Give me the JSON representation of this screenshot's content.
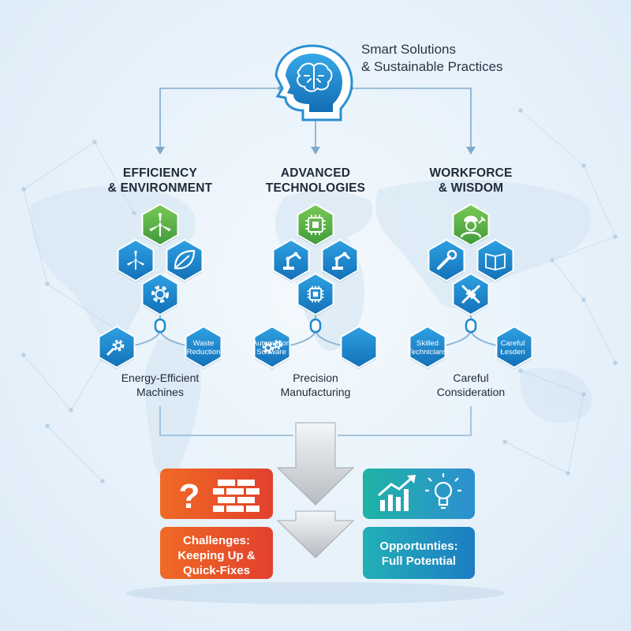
{
  "header": {
    "title_line1": "Smart Solutions",
    "title_line2": "& Sustainable Practices",
    "icon": "brain-head-icon"
  },
  "columns": [
    {
      "title_line1": "EFFICIENCY",
      "title_line2": "& ENVIRONMENT",
      "caption_line1": "Energy-Efficient",
      "caption_line2": "Machines",
      "icons": [
        "wind-turbine-icon",
        "wind-turbine-icon",
        "leaf-icon",
        "gear-icon",
        "robot-arm-gear-icon"
      ],
      "label_right_line1": "Waste",
      "label_right_line2": "Reduction"
    },
    {
      "title_line1": "ADVANCED",
      "title_line2": "TECHNOLOGIES",
      "caption_line1": "Precision",
      "caption_line2": "Manufacturing",
      "icons": [
        "microchip-icon",
        "robot-arm-icon",
        "robot-arm-icon",
        "microchip-icon",
        "gear-chain-icon"
      ],
      "label_left_line1": "Automation",
      "label_left_line2": "Software"
    },
    {
      "title_line1": "WORKFORCE",
      "title_line2": "& WISDOM",
      "caption_line1": "Careful",
      "caption_line2": "Consideration",
      "icons": [
        "worker-icon",
        "wrench-arm-icon",
        "manual-book-icon",
        "tools-icon"
      ],
      "label_left_line1": "Skilled",
      "label_left_line2": "Technicians",
      "label_right_line1": "Careful",
      "label_right_line2": "Łesden"
    }
  ],
  "outcomes": {
    "challenges": {
      "line1": "Challenges:",
      "line2": "Keeping Up &",
      "line3": "Quick-Fixes",
      "icons": [
        "question-mark-icon",
        "brick-wall-icon"
      ]
    },
    "opportunities": {
      "line1": "Opportunties:",
      "line2": "Full Potential",
      "icons": [
        "growth-chart-icon",
        "lightbulb-icon"
      ]
    }
  },
  "colors": {
    "hex_blue": "#1b8ad0",
    "hex_green": "#5ab544",
    "connector": "#8db6d6",
    "challenge_top": "#ef6a26",
    "challenge_bottom": "#e3422b",
    "opportunity_top": "#2aa8c8",
    "opportunity_bottom": "#1f79c2"
  }
}
